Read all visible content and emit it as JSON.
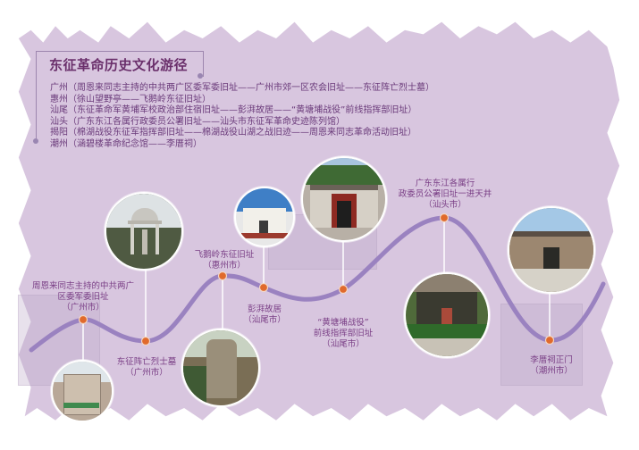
{
  "title": "东征革命历史文化游径",
  "summary": [
    "广州（周恩来同志主持的中共两广区委军委旧址——广州市郊一区农会旧址——东征阵亡烈士墓）",
    "惠州（徐山望野亭——飞鹅岭东征旧址）",
    "汕尾（东征革命军黄埔军校政治部住宿旧址——彭湃故居——“黄塘埔战役”前线指挥部旧址）",
    "汕头（广东东江各属行政委员公署旧址——汕头市东征军革命史迹陈列馆）",
    "揭阳（棉湖战役东征军指挥部旧址——棉湖战役山湖之战旧迹——周恩来同志革命活动旧址）",
    "潮州（涵碧楼革命纪念馆——李厝祠）"
  ],
  "colors": {
    "background": "#d8c6df",
    "curve": "#9a82c0",
    "marker": "#e06a2c",
    "title": "#6a2f6b",
    "label": "#7a3f86"
  },
  "stops": [
    {
      "id": "zhou-enlai-military-committee",
      "lines": [
        "周恩来同志主持的中共两广",
        "区委军委旧址",
        "（广州市）"
      ]
    },
    {
      "id": "eastern-expedition-martyrs-tomb",
      "lines": [
        "东征阵亡烈士墓",
        "（广州市）"
      ]
    },
    {
      "id": "feieling-eastern-expedition-site",
      "lines": [
        "飞鹅岭东征旧址",
        "（惠州市）"
      ]
    },
    {
      "id": "peng-pai-former-residence",
      "lines": [
        "彭湃故居",
        "（汕尾市）"
      ]
    },
    {
      "id": "huangtangbu-battle-hq",
      "lines": [
        "“黄塘埔战役”",
        "前线指挥部旧址",
        "（汕尾市）"
      ]
    },
    {
      "id": "dongjiang-admin-office",
      "lines": [
        "广东东江各属行",
        "政委员公署旧址一进天井",
        "（汕头市）"
      ]
    },
    {
      "id": "licuo-ancestral-hall-gate",
      "lines": [
        "李厝祠正门",
        "（潮州市）"
      ]
    }
  ]
}
